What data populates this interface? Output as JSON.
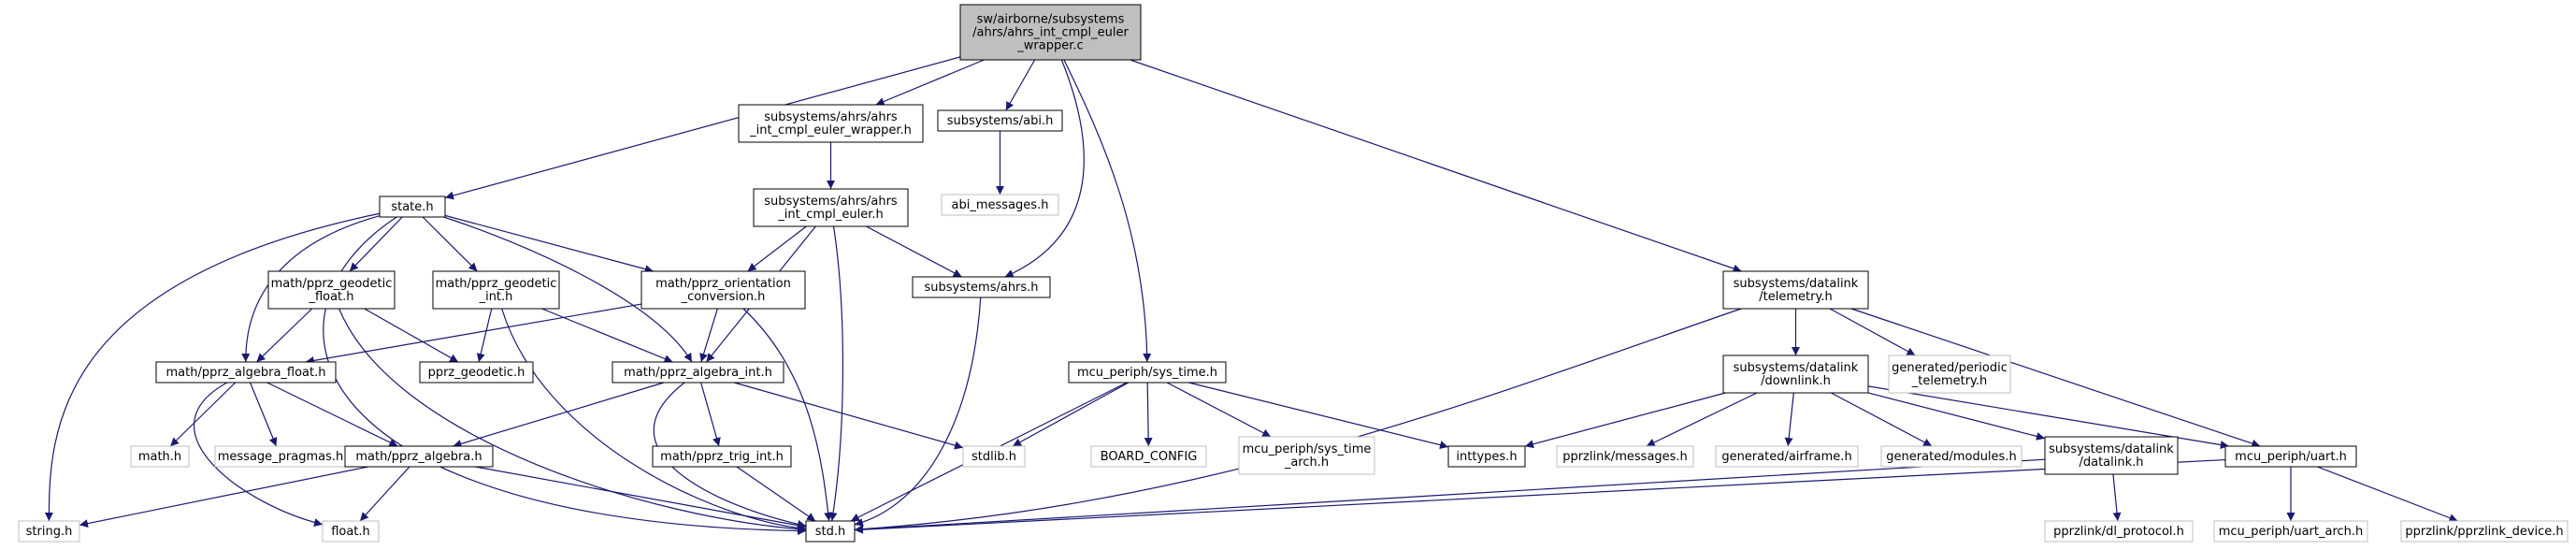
{
  "root": {
    "label_lines": [
      "sw/airborne/subsystems",
      "/ahrs/ahrs_int_cmpl_euler",
      "_wrapper.c"
    ],
    "fill": "#bfbfbf"
  },
  "nodes": {
    "state_h": [
      "state.h"
    ],
    "ahrs_wrapper_h": [
      "subsystems/ahrs/ahrs",
      "_int_cmpl_euler_wrapper.h"
    ],
    "abi_h": [
      "subsystems/abi.h"
    ],
    "abi_messages_h": [
      "abi_messages.h"
    ],
    "ahrs_cmpl_euler_h": [
      "subsystems/ahrs/ahrs",
      "_int_cmpl_euler.h"
    ],
    "ahrs_h": [
      "subsystems/ahrs.h"
    ],
    "sys_time_h": [
      "mcu_periph/sys_time.h"
    ],
    "telemetry_h": [
      "subsystems/datalink",
      "/telemetry.h"
    ],
    "geodetic_float_h": [
      "math/pprz_geodetic",
      "_float.h"
    ],
    "geodetic_int_h": [
      "math/pprz_geodetic",
      "_int.h"
    ],
    "orientation_conv_h": [
      "math/pprz_orientation",
      "_conversion.h"
    ],
    "algebra_float_h": [
      "math/pprz_algebra_float.h"
    ],
    "pprz_geodetic_h": [
      "pprz_geodetic.h"
    ],
    "algebra_int_h": [
      "math/pprz_algebra_int.h"
    ],
    "math_h": [
      "math.h"
    ],
    "message_pragmas_h": [
      "message_pragmas.h"
    ],
    "pprz_algebra_h": [
      "math/pprz_algebra.h"
    ],
    "trig_int_h": [
      "math/pprz_trig_int.h"
    ],
    "stdlib_h": [
      "stdlib.h"
    ],
    "board_config": [
      "BOARD_CONFIG"
    ],
    "sys_time_arch_h": [
      "mcu_periph/sys_time",
      "_arch.h"
    ],
    "inttypes_h": [
      "inttypes.h"
    ],
    "downlink_h": [
      "subsystems/datalink",
      "/downlink.h"
    ],
    "periodic_telemetry_h": [
      "generated/periodic",
      "_telemetry.h"
    ],
    "pprzlink_messages_h": [
      "pprzlink/messages.h"
    ],
    "airframe_h": [
      "generated/airframe.h"
    ],
    "modules_h": [
      "generated/modules.h"
    ],
    "datalink_h": [
      "subsystems/datalink",
      "/datalink.h"
    ],
    "uart_h": [
      "mcu_periph/uart.h"
    ],
    "string_h": [
      "string.h"
    ],
    "float_h": [
      "float.h"
    ],
    "std_h": [
      "std.h"
    ],
    "dl_protocol_h": [
      "pprzlink/dl_protocol.h"
    ],
    "uart_arch_h": [
      "mcu_periph/uart_arch.h"
    ],
    "pprzlink_device_h": [
      "pprzlink/pprzlink_device.h"
    ]
  },
  "colors": {
    "edge": "#191970",
    "documented_border": "#000000",
    "undocumented_border": "#bfbfbf",
    "root_fill": "#bfbfbf"
  }
}
